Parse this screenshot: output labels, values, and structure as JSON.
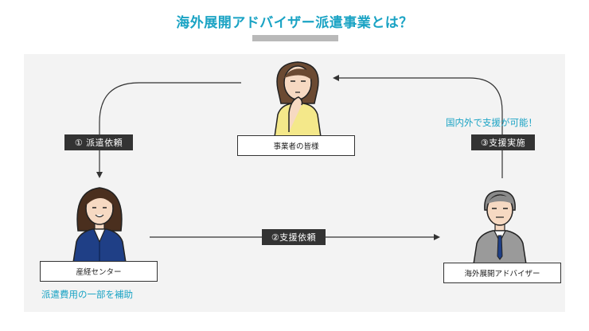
{
  "title": "海外展開アドバイザー派遣事業とは？",
  "nodes": {
    "client": "事業者の皆様",
    "center": "産経センター",
    "advisor": "海外展開アドバイザー"
  },
  "steps": {
    "request": "① 派遣依頼",
    "support_request": "②支援依頼",
    "support": "③支援実施"
  },
  "notes": {
    "subsidy": "派遣費用の一部を補助",
    "domestic_overseas": "国内外で支援が可能！"
  },
  "colors": {
    "accent": "#1aa3c4",
    "panel": "#f3f3f3",
    "label_bg": "#333333",
    "client_shirt": "#f4e88a",
    "center_suit": "#1f3f86",
    "advisor_suit": "#9a9a9a"
  }
}
